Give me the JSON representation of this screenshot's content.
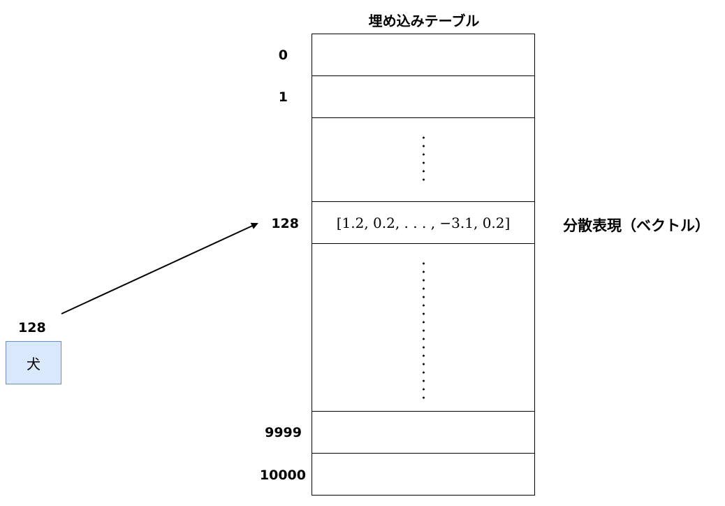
{
  "table": {
    "title": "埋め込みテーブル",
    "rows": [
      {
        "index": "0"
      },
      {
        "index": "1"
      },
      {
        "index": "128",
        "vector": "[1.2, 0.2, . . . , −3.1, 0.2]"
      },
      {
        "index": "9999"
      },
      {
        "index": "10000"
      }
    ]
  },
  "vector_label": "分散表現（ベクトル）",
  "word": {
    "index": "128",
    "text": "犬"
  },
  "colors": {
    "word_fill": "#dae8fc",
    "word_border": "#6c8ebf"
  }
}
